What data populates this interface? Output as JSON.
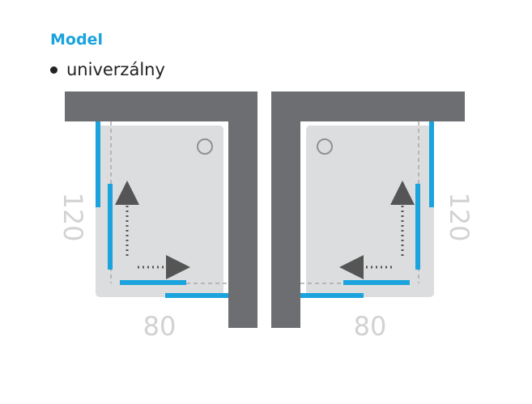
{
  "section": {
    "heading": "Model"
  },
  "bullet": {
    "text": "univerzálny"
  },
  "diagram": {
    "left": {
      "dim_depth": "120",
      "dim_width": "80"
    },
    "right": {
      "dim_depth": "120",
      "dim_width": "80"
    }
  },
  "colors": {
    "accent": "#1aa3dc",
    "wall": "#6d6e71",
    "tray": "#dcdddf",
    "dim_text": "#d1d2d4"
  }
}
